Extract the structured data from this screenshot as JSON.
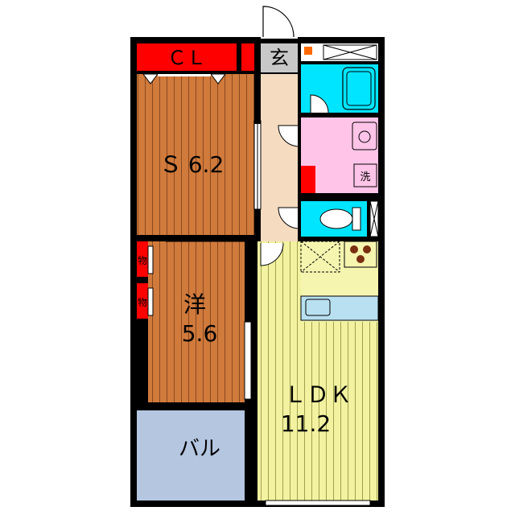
{
  "rooms": {
    "closet": "ＣＬ",
    "entrance": "玄",
    "service_room": {
      "name": "Ｓ",
      "size": "6.2"
    },
    "storage_1": "物",
    "storage_2": "物",
    "western_room": {
      "name": "洋",
      "size": "5.6"
    },
    "ldk": {
      "name": "ＬＤＫ",
      "size": "11.2"
    },
    "balcony": "バル",
    "washer": "洗"
  },
  "colors": {
    "wall": "#000000",
    "wood_floor": "#d07a3c",
    "wood_grain": "#8a4a1f",
    "ldk_floor": "#f2f2a0",
    "ldk_grain": "#a0a050",
    "hallway": "#f5dcc0",
    "closet_red": "#ff0000",
    "bath_cyan": "#00e5ff",
    "washroom_pink": "#ffc4e8",
    "kitchen_yellow": "#f5f5b0",
    "balcony": "#b4c6e0",
    "entrance_gray": "#c8c8c8",
    "cooktop_brown": "#7a3010",
    "heater_orange": "#ff6a00"
  },
  "icons": [
    "door-swing-icon",
    "bathtub-icon",
    "toilet-icon",
    "sink-icon",
    "washing-machine-icon",
    "cooktop-icon",
    "fridge-space-icon"
  ]
}
